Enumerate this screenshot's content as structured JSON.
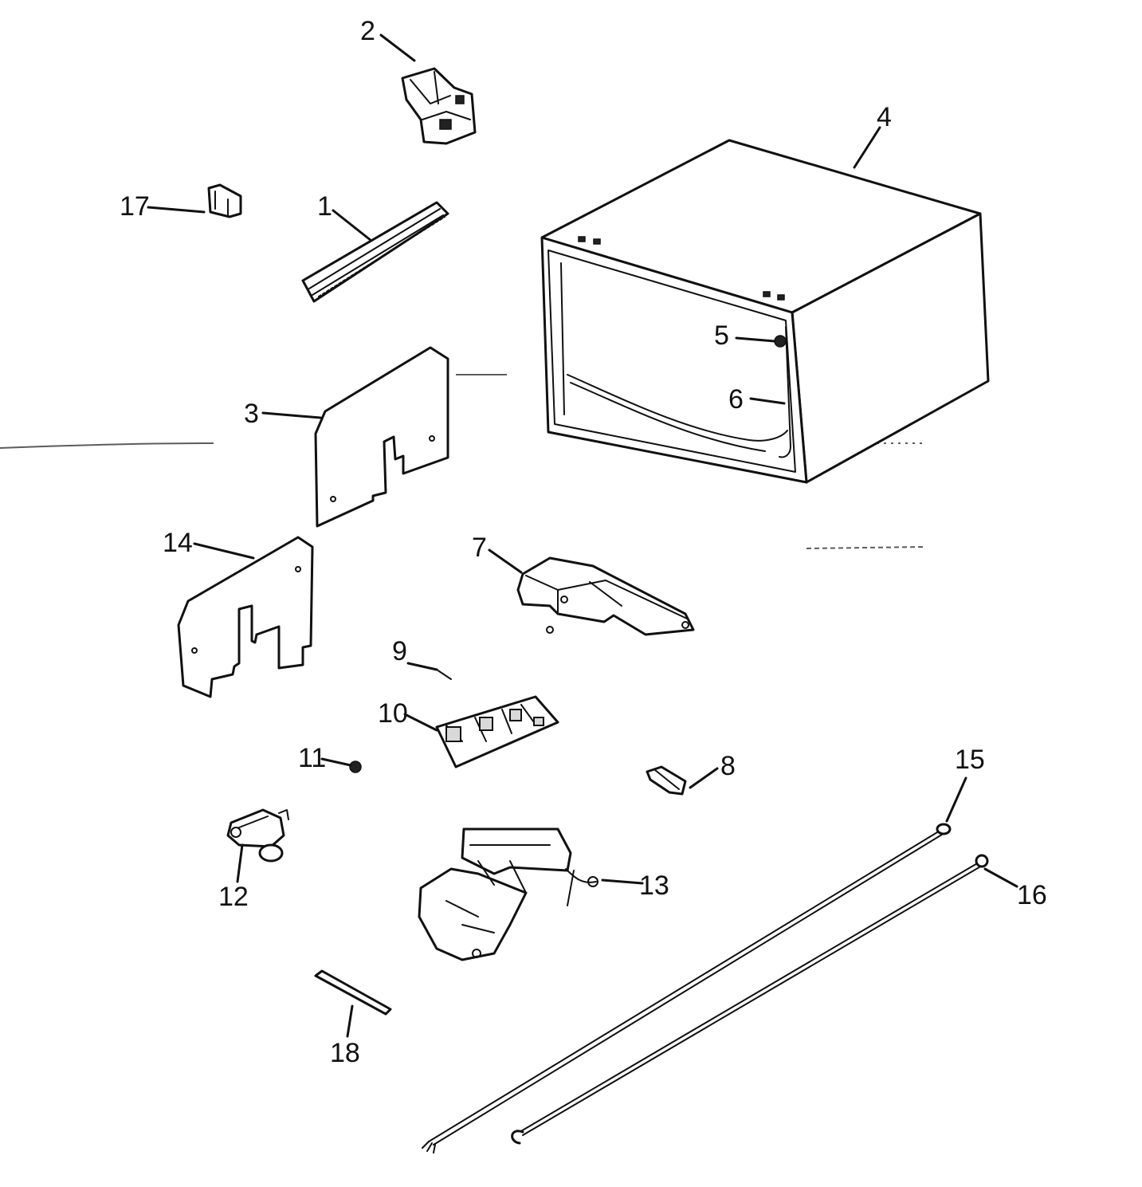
{
  "diagram": {
    "callouts": [
      {
        "id": "1",
        "label": "1"
      },
      {
        "id": "2",
        "label": "2"
      },
      {
        "id": "3",
        "label": "3"
      },
      {
        "id": "4",
        "label": "4"
      },
      {
        "id": "5",
        "label": "5"
      },
      {
        "id": "6",
        "label": "6"
      },
      {
        "id": "7",
        "label": "7"
      },
      {
        "id": "8",
        "label": "8"
      },
      {
        "id": "9",
        "label": "9"
      },
      {
        "id": "10",
        "label": "10"
      },
      {
        "id": "11",
        "label": "11"
      },
      {
        "id": "12",
        "label": "12"
      },
      {
        "id": "13",
        "label": "13"
      },
      {
        "id": "14",
        "label": "14"
      },
      {
        "id": "15",
        "label": "15"
      },
      {
        "id": "16",
        "label": "16"
      },
      {
        "id": "17",
        "label": "17"
      },
      {
        "id": "18",
        "label": "18"
      }
    ],
    "colors": {
      "ink": "#111111",
      "background": "#ffffff"
    }
  }
}
